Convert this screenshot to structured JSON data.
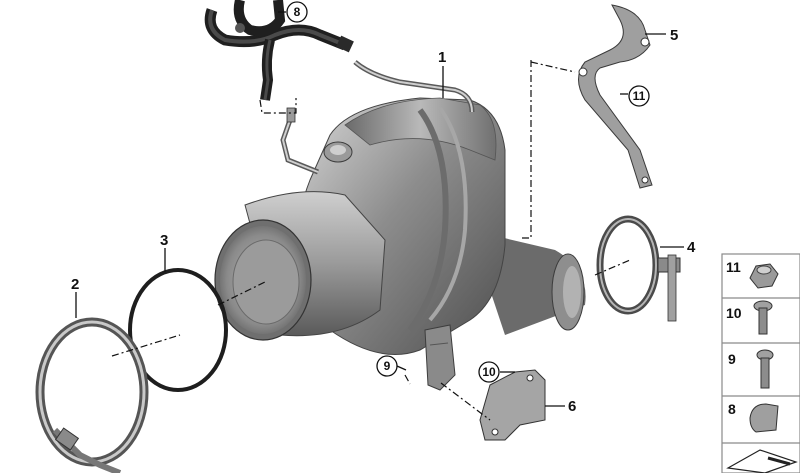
{
  "callouts": {
    "c1": "1",
    "c2": "2",
    "c3": "3",
    "c4": "4",
    "c5": "5",
    "c6": "6",
    "c8": "8",
    "c9": "9",
    "c10": "10",
    "c11": "11"
  },
  "legend": [
    {
      "number": "11",
      "part": "nut-icon"
    },
    {
      "number": "10",
      "part": "screw-icon"
    },
    {
      "number": "9",
      "part": "bolt-icon"
    },
    {
      "number": "8",
      "part": "clip-icon"
    },
    {
      "number": "",
      "part": "gasket-icon"
    }
  ],
  "colors": {
    "metal_dark": "#5e5e5e",
    "metal_mid": "#8c8c8c",
    "metal_light": "#c8c8c8",
    "rubber": "#2b2b2b",
    "line": "#111111",
    "legend_border": "#8a8a8a"
  }
}
